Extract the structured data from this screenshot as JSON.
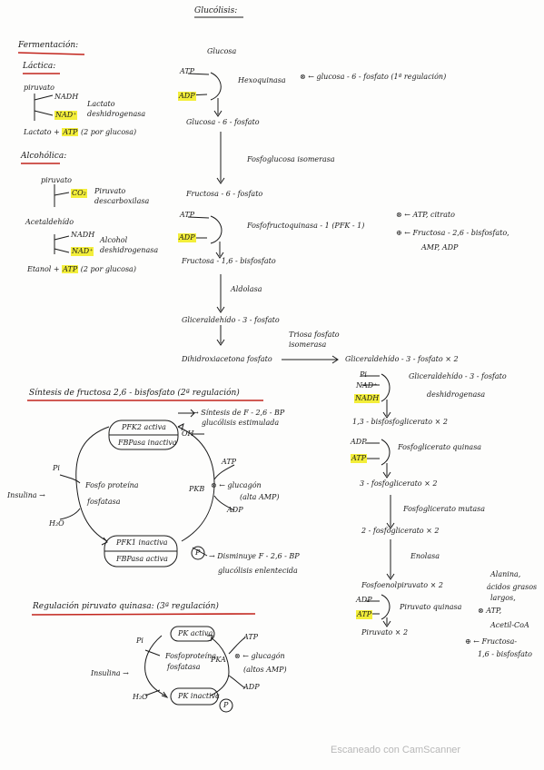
{
  "title": "Glucólisis:",
  "fermentacion": {
    "heading": "Fermentación:",
    "lactica": {
      "heading": "Láctica:",
      "piruvato": "piruvato",
      "nadh": "NADH",
      "nad": "NAD⁺",
      "enzyme1": "Lactato",
      "enzyme2": "deshidrogenasa",
      "result_pre": "Lactato +",
      "atp": "ATP",
      "result_post": "(2 por glucosa)"
    },
    "alcoholica": {
      "heading": "Alcohólica:",
      "piruvato": "piruvato",
      "co2": "CO₂",
      "enzyme_a1": "Piruvato",
      "enzyme_a2": "descarboxilasa",
      "acetaldehido": "Acetaldehído",
      "nadh": "NADH",
      "nad": "NAD⁺",
      "enzyme_b1": "Alcohol",
      "enzyme_b2": "deshidrogenasa",
      "result_pre": "Etanol +",
      "atp": "ATP",
      "result_post": "(2 por glucosa)"
    }
  },
  "glycolysis": {
    "glucosa": "Glucosa",
    "atp1": "ATP",
    "adp1": "ADP",
    "hexoquinasa": "Hexoquinasa",
    "hexo_reg": "⊗ ← glucosa - 6 - fosfato   (1ª regulación)",
    "g6p": "Glucosa - 6 - fosfato",
    "fosfoglucosa": "Fosfoglucosa isomerasa",
    "f6p": "Fructosa - 6 - fosfato",
    "atp2": "ATP",
    "adp2": "ADP",
    "pfk1": "Fosfofructoquinasa - 1   (PFK - 1)",
    "pfk1_neg": "⊗ ← ATP, citrato",
    "pfk1_pos1": "⊕ ← Fructosa - 2,6 - bisfosfato,",
    "pfk1_pos2": "AMP, ADP",
    "f16bp": "Fructosa - 1,6 - bisfosfato",
    "aldolasa": "Aldolasa",
    "g3p": "Gliceraldehído - 3 - fosfato",
    "triosa1": "Triosa fosfato",
    "triosa2": "isomerasa",
    "dhap": "Dihidroxiacetona fosfato",
    "g3p_x2": "Gliceraldehído - 3 - fosfato   × 2",
    "pi": "Pi",
    "nad": "NAD⁺",
    "nadh": "NADH",
    "g3pdh1": "Gliceraldehído - 3 - fosfato",
    "g3pdh2": "deshidrogenasa",
    "bpg": "1,3 - bisfosfoglicerato   × 2",
    "adp3": "ADP",
    "atp3": "ATP",
    "pgk": "Fosfoglicerato quinasa",
    "pg3": "3 - fosfoglicerato   × 2",
    "mutasa": "Fosfoglicerato mutasa",
    "pg2": "2 - fosfoglicerato   × 2",
    "enolasa": "Enolasa",
    "pep": "Fosfoenolpiruvato   × 2",
    "adp4": "ADP",
    "atp4": "ATP",
    "pk": "Piruvato quinasa",
    "piruvato": "Piruvato   × 2",
    "pk_neg1": "Alanina,",
    "pk_neg2": "ácidos grasos",
    "pk_neg3": "largos,",
    "pk_neg4": "⊗ ATP,",
    "pk_neg5": "Acetil-CoA",
    "pk_pos1": "⊕ ← Fructosa-",
    "pk_pos2": "1,6 - bisfosfato"
  },
  "f26bp": {
    "heading": "Síntesis de fructosa 2,6 - bisfosfato   (2ª regulación)",
    "pfk2_activa": "PFK2 activa",
    "fbpasa_inactiva": "FBPasa inactiva",
    "oh": "OH",
    "sintesis1": "→ Síntesis de F - 2,6 - BP",
    "sintesis2": "glucólisis estimulada",
    "pi": "Pi",
    "insulina": "Insulina →",
    "fosfoproteina1": "Fosfo proteína",
    "fosfoproteina2": "fosfatasa",
    "h2o": "H₂O",
    "pkb": "PKB",
    "atp": "ATP",
    "glucagon1": "⊗ ← glucagón",
    "glucagon2": "(alta AMP)",
    "adp": "ADP",
    "pfk1_inactiva": "PFK1 inactiva",
    "fbpasa_activa": "FBPasa activa",
    "p": "P",
    "disminuye1": "→ Disminuye F - 2,6 - BP",
    "disminuye2": "glucólisis enlentecida"
  },
  "pk_reg": {
    "heading": "Regulación piruvato quinasa:   (3ª regulación)",
    "pk_activa": "PK activa",
    "pk_inactiva": "PK inactiva",
    "pi": "Pi",
    "insulina": "Insulina →",
    "fosfoproteina1": "Fosfoproteína",
    "fosfoproteina2": "fosfatasa",
    "h2o": "H₂O",
    "pka": "PKA",
    "atp": "ATP",
    "glucagon1": "⊗ ← glucagón",
    "glucagon2": "(altos AMP)",
    "adp": "ADP",
    "p": "P"
  },
  "watermark": "Escaneado con CamScanner"
}
